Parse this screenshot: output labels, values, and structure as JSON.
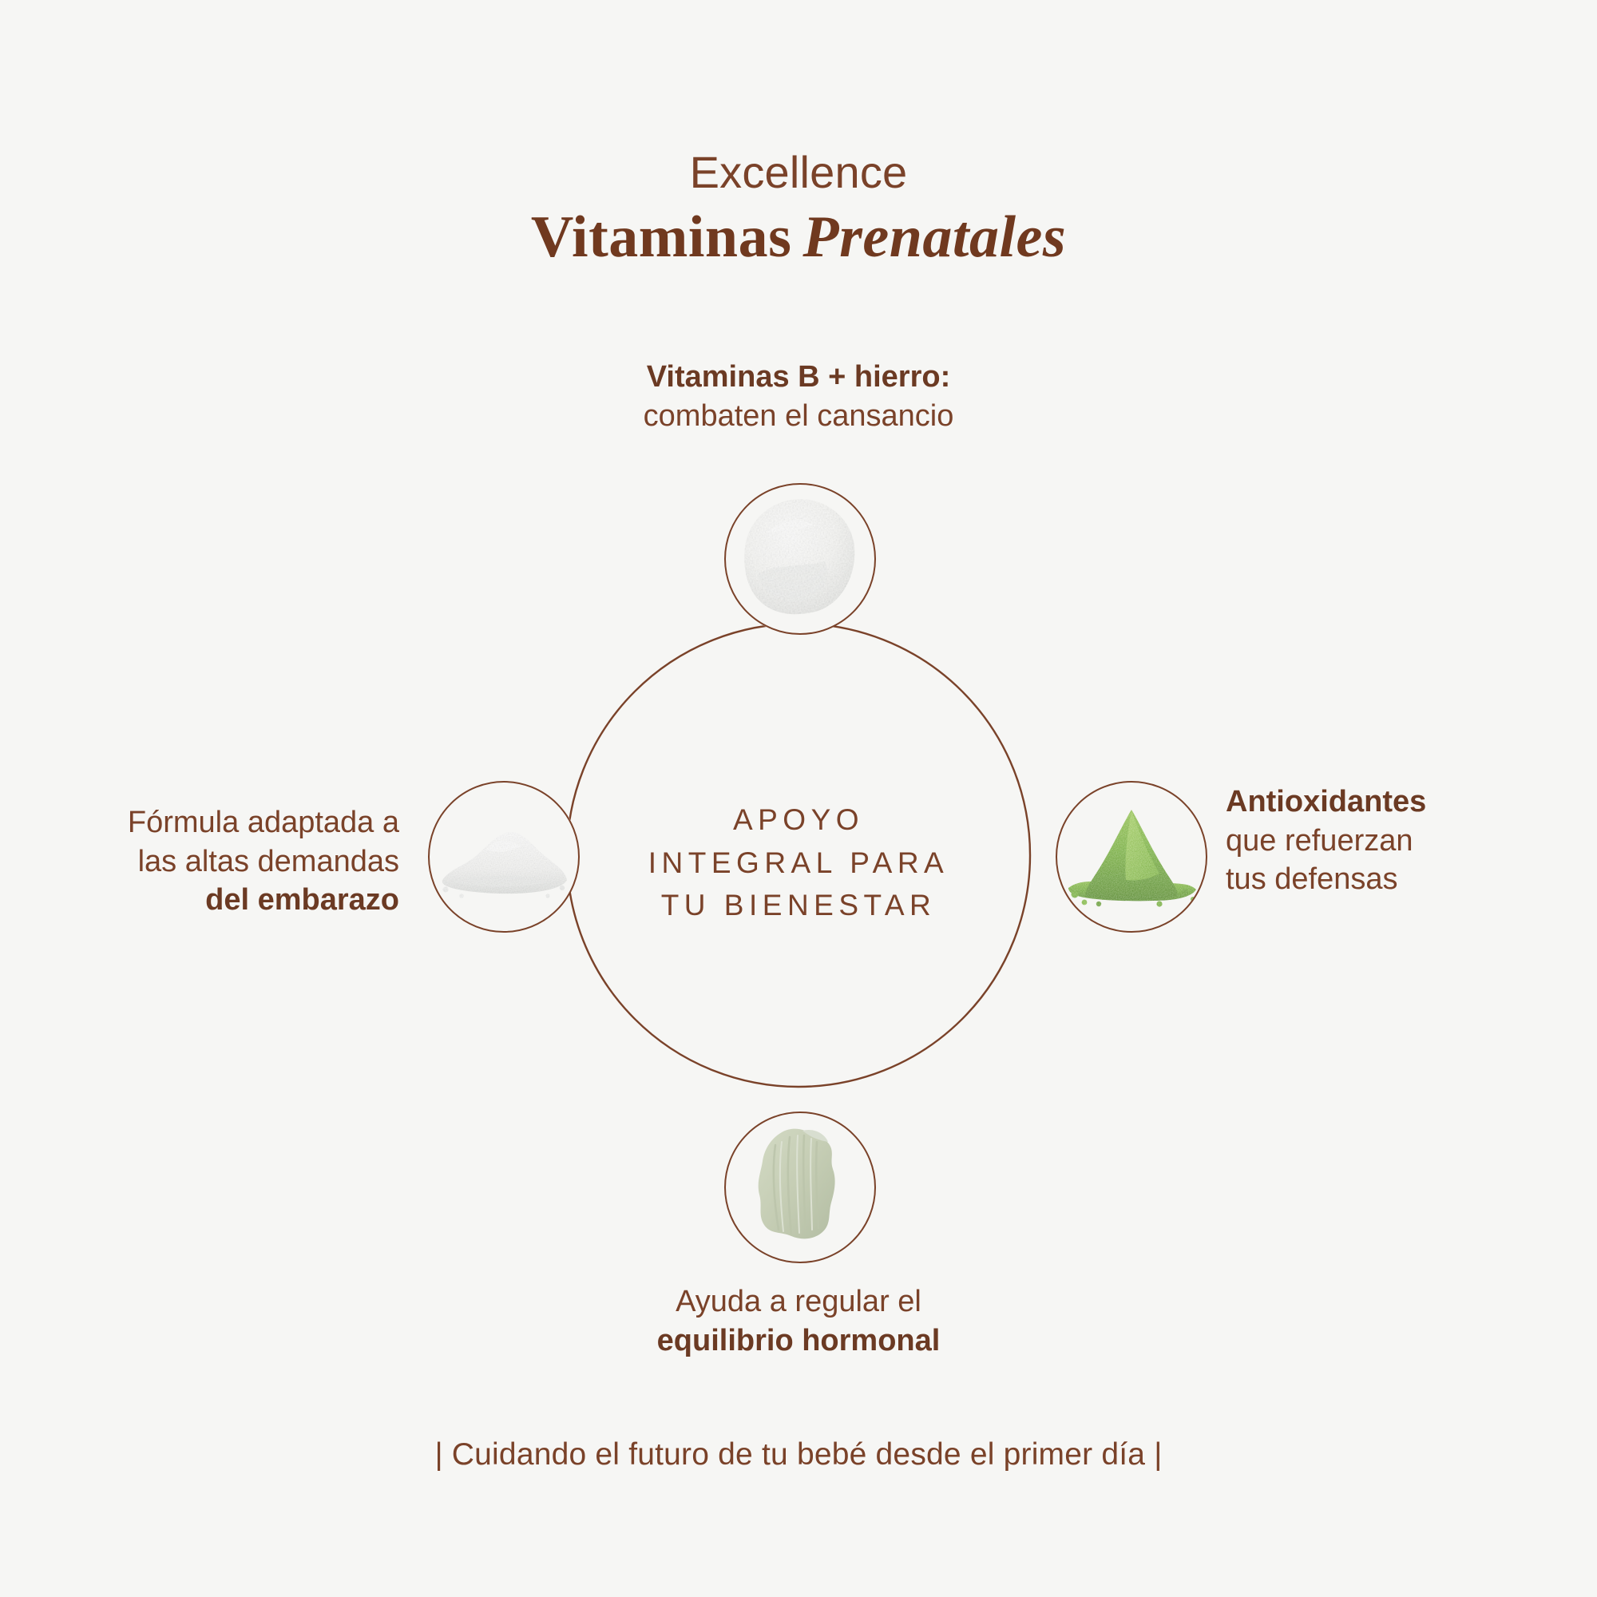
{
  "theme": {
    "background": "#f6f6f4",
    "accent_brown": "#7a4229",
    "accent_brown_dark": "#6b3a23",
    "matcha_green": "#6fb22c",
    "sage_clay": "#c5cdb4",
    "powder_white": "#f2f2f0"
  },
  "title": {
    "eyebrow": "Excellence",
    "main_roman": "Vitaminas",
    "main_italic": "Prenatales"
  },
  "center": {
    "line1": "APOYO",
    "line2": "INTEGRAL PARA",
    "line3": "TU BIENESTAR"
  },
  "callouts": {
    "top": {
      "position": "top",
      "bold": "Vitaminas B + hierro:",
      "regular": "combaten el cansancio",
      "icon": "white-powder-mound",
      "align": "center"
    },
    "right": {
      "position": "right",
      "bold": "Antioxidantes",
      "regular_line1": "que refuerzan",
      "regular_line2": "tus defensas",
      "icon": "green-matcha-powder-cone",
      "align": "left"
    },
    "bottom": {
      "position": "bottom",
      "regular": "Ayuda a regular el",
      "bold": "equilibrio hormonal",
      "icon": "sage-clay-smear",
      "align": "center"
    },
    "left": {
      "position": "left",
      "regular_line1": "Fórmula adaptada a",
      "regular_line2": "las altas demandas",
      "bold": "del embarazo",
      "icon": "white-powder-pile",
      "align": "right"
    }
  },
  "footer": {
    "tagline": "| Cuidando el futuro de tu bebé desde el primer día  |"
  }
}
